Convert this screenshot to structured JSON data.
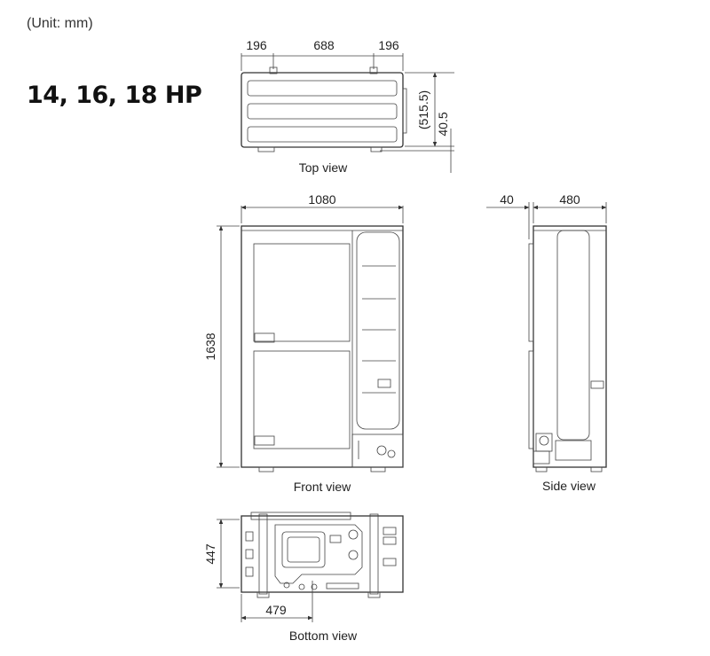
{
  "header": {
    "unit_note": "(Unit: mm)",
    "model_title": "14, 16, 18 HP"
  },
  "top_view": {
    "caption": "Top view",
    "dims": {
      "left": "196",
      "middle": "688",
      "right": "196",
      "depth": "(515.5)",
      "offset": "40.5"
    }
  },
  "front_view": {
    "caption": "Front view",
    "dims": {
      "width": "1080",
      "height": "1638"
    }
  },
  "side_view": {
    "caption": "Side view",
    "dims": {
      "offset": "40",
      "depth": "480"
    }
  },
  "bottom_view": {
    "caption": "Bottom view",
    "dims": {
      "depth": "447",
      "span": "479"
    }
  }
}
